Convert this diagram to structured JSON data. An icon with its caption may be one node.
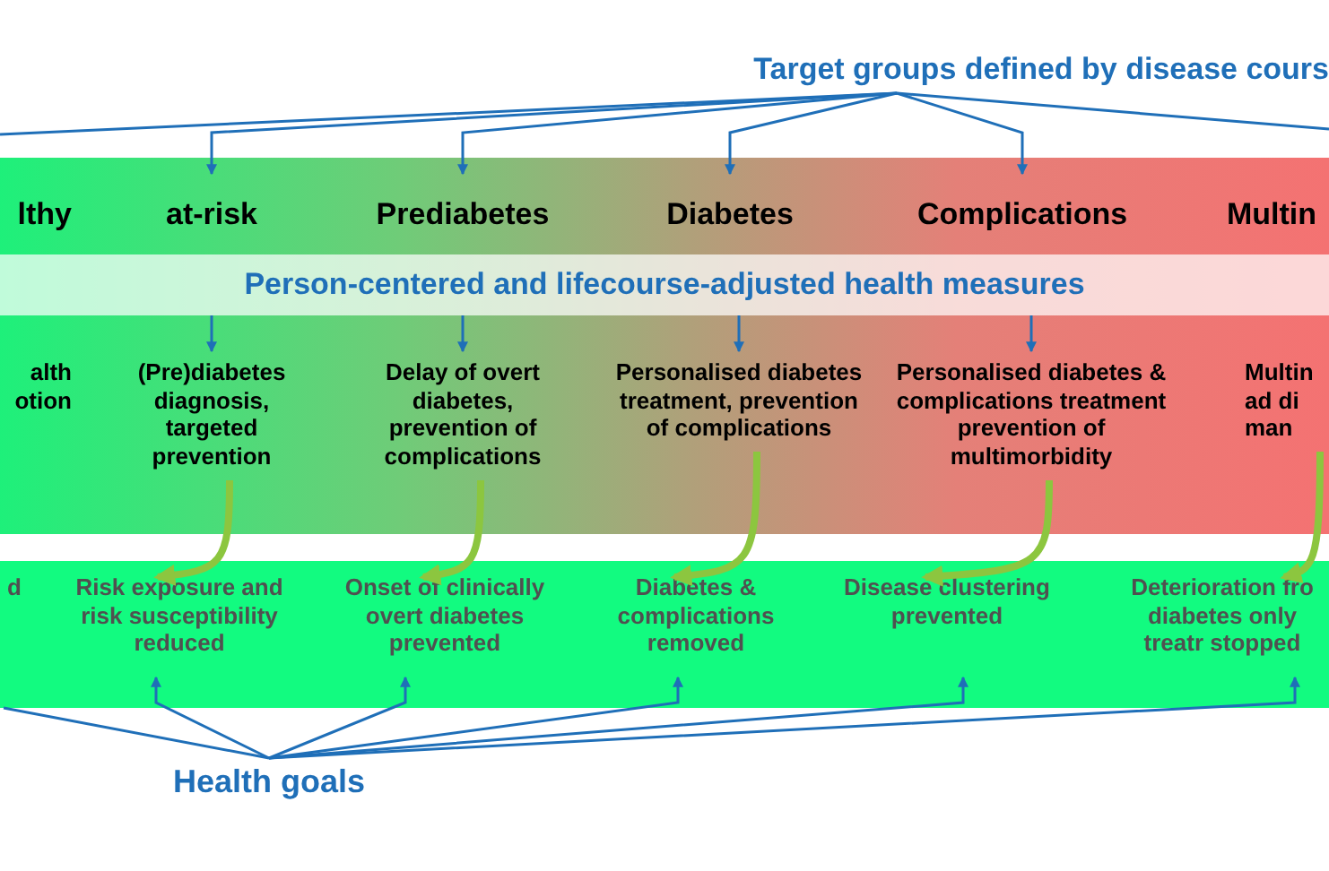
{
  "diagram": {
    "nodes": [
      {
        "text": [
          "Target groups defined by disease cours"
        ]
      },
      {
        "text": [],
        "shape": "box"
      },
      {
        "text": [
          "Person-centered and lifecourse-adjusted health measures"
        ],
        "in": 1
      },
      {
        "text": [
          "lthy"
        ],
        "in": 1
      },
      {
        "text": [
          "at-risk"
        ],
        "in": 1
      },
      {
        "text": [
          "Prediabetes"
        ],
        "in": 1
      },
      {
        "text": [
          "Diabetes"
        ],
        "in": 1
      },
      {
        "text": [
          "Complications"
        ],
        "in": 1
      },
      {
        "text": [
          "Multin"
        ],
        "in": 1
      },
      {
        "text": [
          "alth otion"
        ],
        "in": 1
      },
      {
        "text": [
          "(Pre)diabetes diagnosis, targeted prevention"
        ],
        "in": 1
      },
      {
        "text": [
          "Delay of overt diabetes, prevention of complications"
        ],
        "in": 1
      },
      {
        "text": [
          "Personalised diabetes treatment, prevention of complications"
        ],
        "in": 1
      },
      {
        "text": [
          "Personalised diabetes & complications treatment prevention of multimorbidity"
        ],
        "in": 1
      },
      {
        "text": [
          "Multin ad di man"
        ],
        "in": 1
      },
      {
        "text": [],
        "shape": "box"
      },
      {
        "text": [
          "d"
        ],
        "in": 15
      },
      {
        "text": [
          "Risk exposure and risk susceptibility reduced"
        ],
        "in": 15
      },
      {
        "text": [
          "Onset of clinically overt diabetes prevented"
        ],
        "in": 15
      },
      {
        "text": [
          "Diabetes & complications removed"
        ],
        "in": 15
      },
      {
        "text": [
          "Disease clustering prevented"
        ],
        "in": 15
      },
      {
        "text": [
          "Deterioration fro diabetes only treatr stopped"
        ],
        "in": 15
      },
      {
        "text": [
          "Health goals"
        ]
      }
    ],
    "edges": [
      {
        "from": 0,
        "to": null,
        "arrow": "none"
      },
      {
        "from": 0,
        "to": 4,
        "arrow": "to"
      },
      {
        "from": 0,
        "to": 5,
        "arrow": "to"
      },
      {
        "from": 0,
        "to": 6,
        "arrow": "to"
      },
      {
        "from": 0,
        "to": 7,
        "arrow": "to"
      },
      {
        "from": 0,
        "to": null,
        "arrow": "none"
      },
      {
        "from": 2,
        "to": 10,
        "arrow": "to"
      },
      {
        "from": 2,
        "to": 11,
        "arrow": "to"
      },
      {
        "from": 2,
        "to": 12,
        "arrow": "to"
      },
      {
        "from": 2,
        "to": 13,
        "arrow": "to"
      },
      {
        "from": 10,
        "to": 17,
        "arrow": "to",
        "style": "thick",
        "color": "#8cc63f"
      },
      {
        "from": 11,
        "to": 18,
        "arrow": "to",
        "style": "thick",
        "color": "#8cc63f"
      },
      {
        "from": 12,
        "to": 19,
        "arrow": "to",
        "style": "thick",
        "color": "#8cc63f"
      },
      {
        "from": 13,
        "to": 20,
        "arrow": "to",
        "style": "thick",
        "color": "#8cc63f"
      },
      {
        "from": 14,
        "to": 21,
        "arrow": "to",
        "style": "thick",
        "color": "#8cc63f"
      },
      {
        "from": 22,
        "to": 15,
        "arrow": "none"
      },
      {
        "from": 22,
        "to": 17,
        "arrow": "to"
      },
      {
        "from": 22,
        "to": 18,
        "arrow": "to"
      },
      {
        "from": 22,
        "to": 19,
        "arrow": "to"
      },
      {
        "from": 22,
        "to": 20,
        "arrow": "to"
      },
      {
        "from": 22,
        "to": 21,
        "arrow": "to"
      }
    ]
  }
}
